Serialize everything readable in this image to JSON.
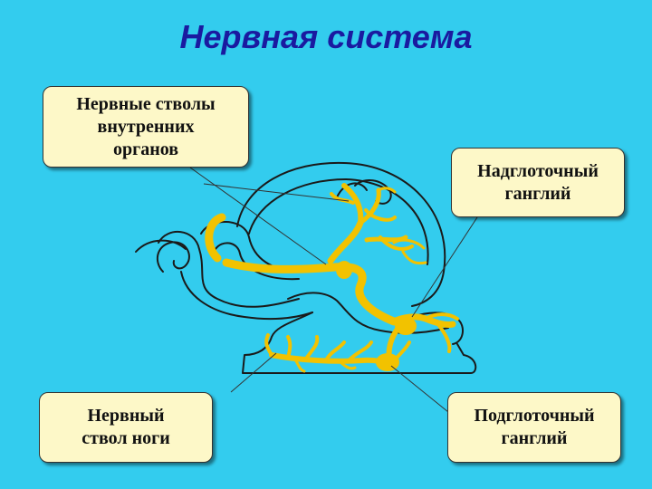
{
  "title": "Нервная система",
  "labels": {
    "trunks_internal": "Нервные стволы\nвнутренних\nорганов",
    "supra_ganglion": "Надглоточный\nганглий",
    "foot_trunk": "Нервный\nствол ноги",
    "sub_ganglion": "Подглоточный\nганглий"
  },
  "colors": {
    "background": "#33ccee",
    "title": "#1a1aa0",
    "label_fill": "#fdf8c8",
    "nerve": "#f2c200",
    "outline": "#1a1a1a"
  }
}
